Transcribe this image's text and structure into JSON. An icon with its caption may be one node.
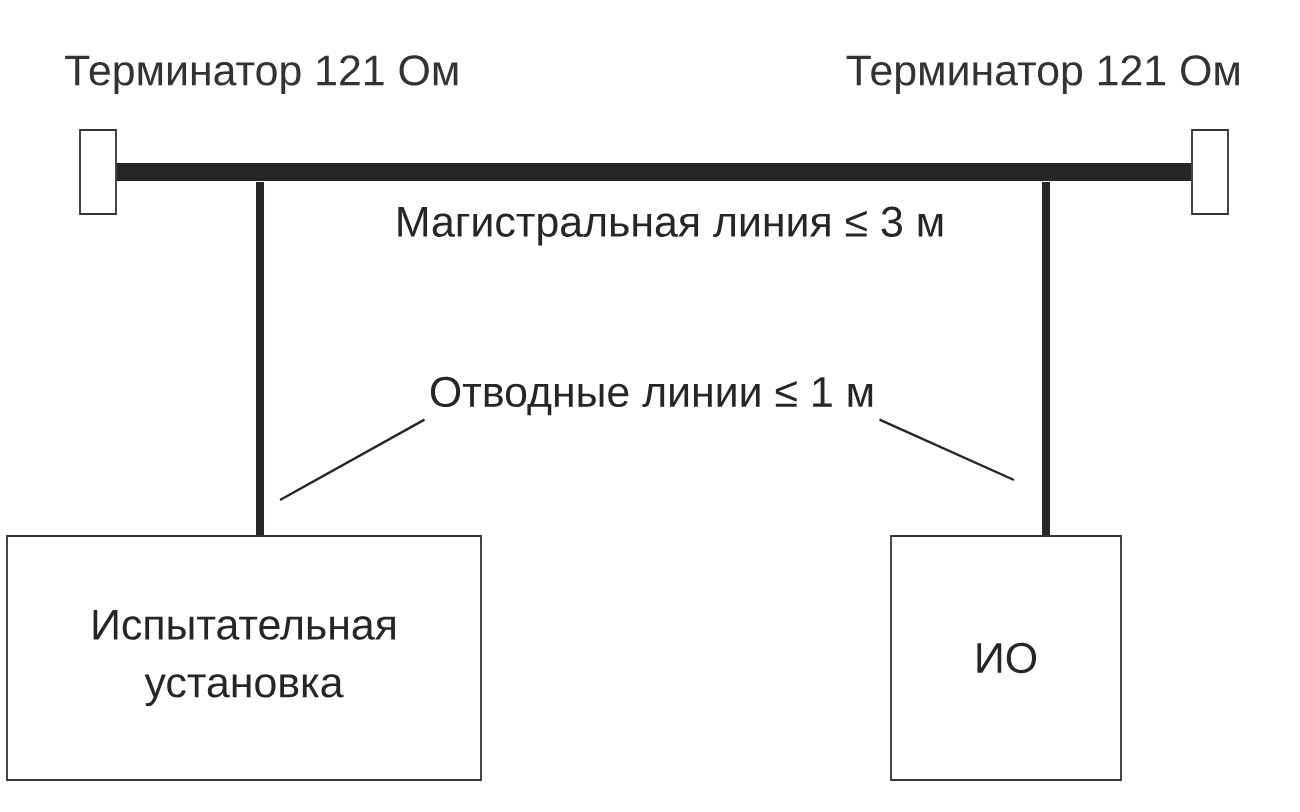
{
  "diagram": {
    "nodes": [
      {
        "text": [
          "Терминатор 121 Ом"
        ]
      },
      {
        "text": [
          "Терминатор 121 Ом"
        ]
      },
      {
        "text": [
          "Испытательная установка"
        ]
      },
      {
        "text": [
          "ИО"
        ]
      },
      {
        "text": [
          "Отводные линии ≤ 1 м"
        ]
      }
    ],
    "edges": [
      {
        "from": 0,
        "to": 1,
        "arrow": "none",
        "style": "thick",
        "label": "Магистральная линия ≤ 3 м"
      },
      {
        "from": null,
        "to": 2,
        "arrow": "none"
      },
      {
        "from": null,
        "to": 3,
        "arrow": "none"
      },
      {
        "from": 4,
        "to": null,
        "arrow": "none"
      },
      {
        "from": 4,
        "to": null,
        "arrow": "none"
      }
    ]
  }
}
